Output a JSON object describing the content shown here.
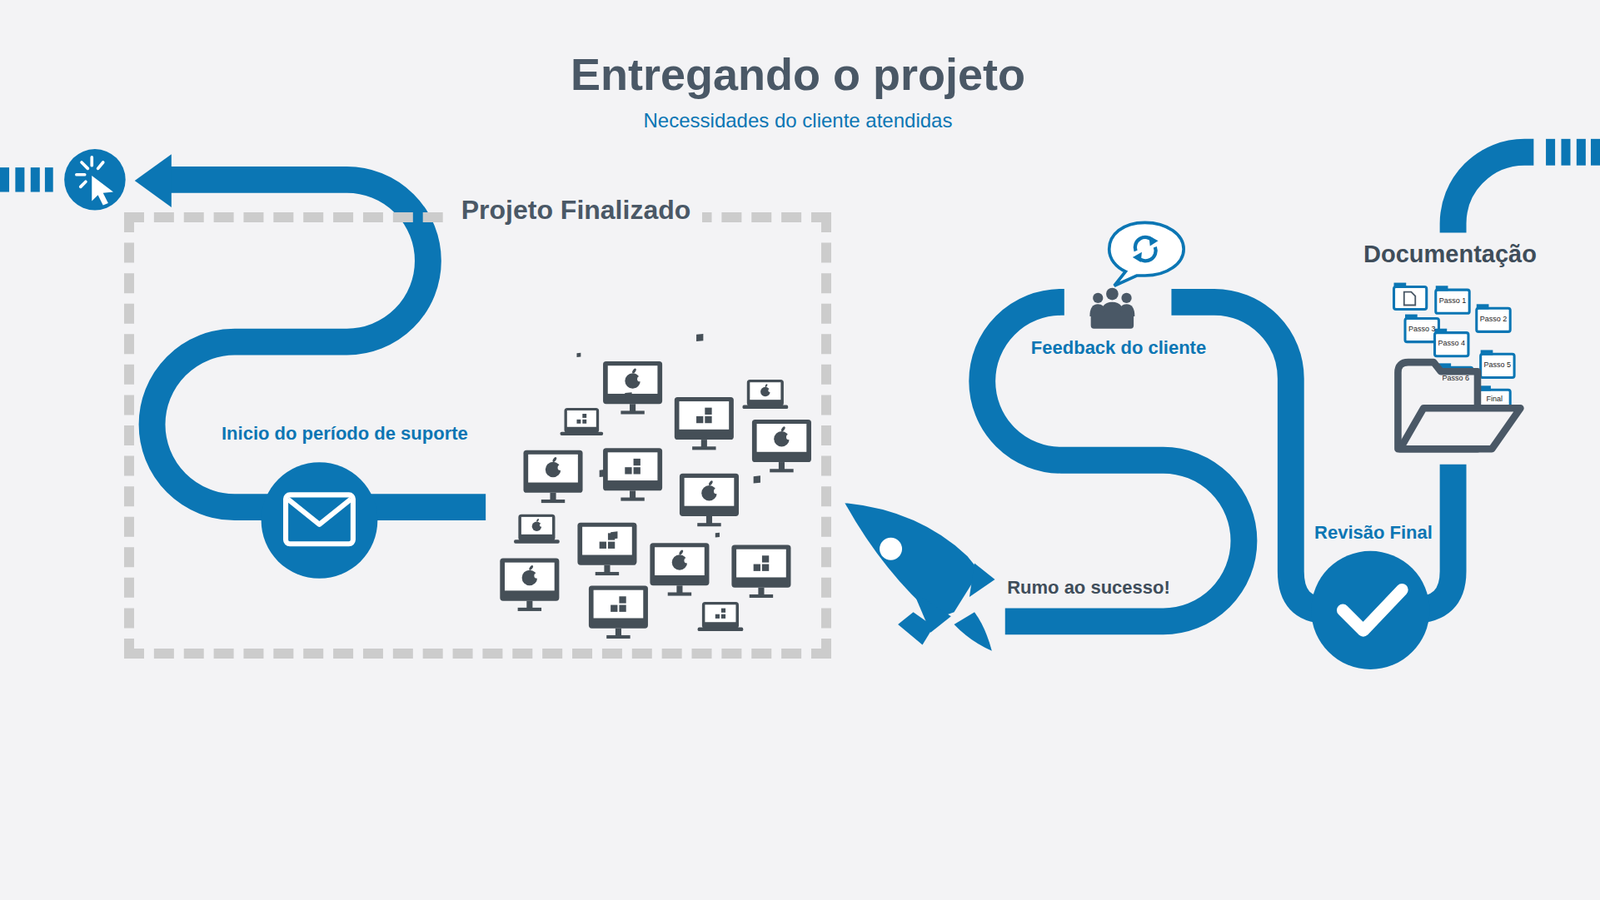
{
  "diagram": {
    "title": "Entregando o projeto",
    "nodes": [
      {
        "text": [
          "Projeto Finalizado"
        ]
      }
    ],
    "labels": [
      "Necessidades do cliente atendidas",
      "Inicio do período de suporte",
      "Feedback do cliente",
      "Rumo ao sucesso!",
      "Revisão Final",
      "Documentação",
      "Passo 1",
      "Passo 2",
      "Passo 3",
      "Passo 4",
      "Passo 5",
      "Passo 6",
      "Final"
    ]
  }
}
